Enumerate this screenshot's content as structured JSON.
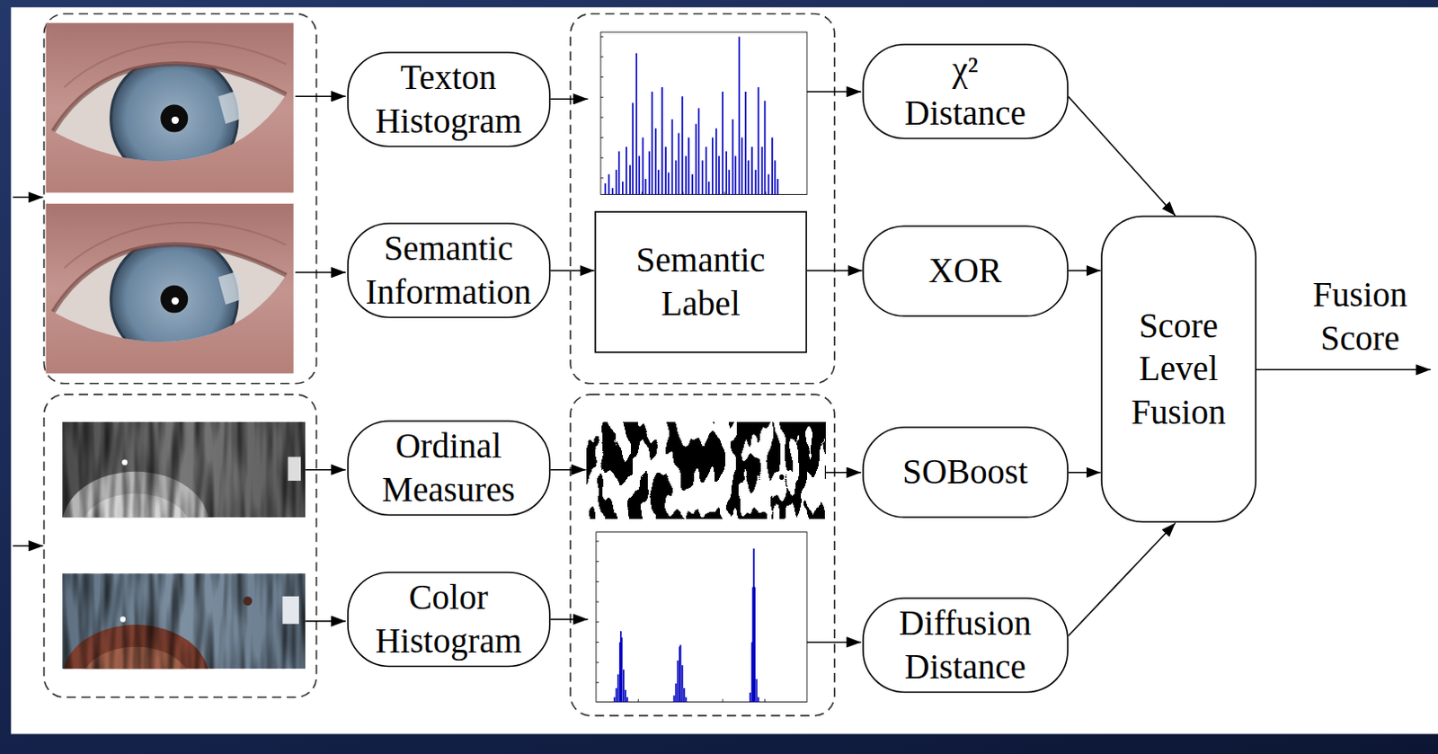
{
  "diagram": {
    "nodes": [
      {
        "text": [
          "Texton Histogram"
        ]
      },
      {
        "text": [
          "Semantic Information"
        ]
      },
      {
        "text": [
          "Semantic Label"
        ]
      },
      {
        "text": [
          "Ordinal Measures"
        ]
      },
      {
        "text": [
          "Color Histogram"
        ]
      },
      {
        "text": [
          "χ² Distance"
        ]
      },
      {
        "text": [
          "XOR"
        ]
      },
      {
        "text": [
          "SOBoost"
        ]
      },
      {
        "text": [
          "Diffusion Distance"
        ]
      },
      {
        "text": [
          "Score Level Fusion"
        ]
      }
    ],
    "edges": [
      {
        "from": 1,
        "to": 2,
        "arrow": "to"
      },
      {
        "from": 2,
        "to": 6,
        "arrow": "to"
      },
      {
        "from": 5,
        "to": 9,
        "arrow": "to"
      },
      {
        "from": 6,
        "to": 9,
        "arrow": "to"
      },
      {
        "from": 7,
        "to": 9,
        "arrow": "to"
      },
      {
        "from": 8,
        "to": 9,
        "arrow": "to"
      }
    ],
    "labels": [
      "Fusion Score"
    ]
  }
}
